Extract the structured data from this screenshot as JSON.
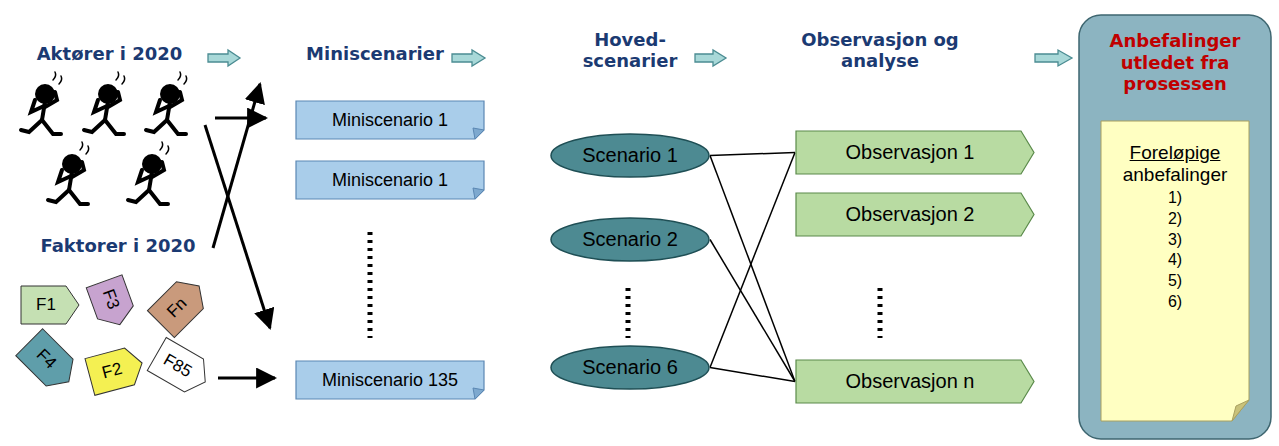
{
  "diagram": {
    "nodes": [
      {
        "text": [
          "F1"
        ]
      },
      {
        "text": [
          "F3"
        ]
      },
      {
        "text": [
          "Fn"
        ]
      },
      {
        "text": [
          "F4"
        ]
      },
      {
        "text": [
          "F2"
        ]
      },
      {
        "text": [
          "F85"
        ]
      },
      {
        "text": [
          "Miniscenario 1"
        ]
      },
      {
        "text": [
          "Miniscenario 1"
        ]
      },
      {
        "text": [
          "Miniscenario 135"
        ]
      },
      {
        "text": [
          "Scenario 1"
        ]
      },
      {
        "text": [
          "Scenario 2"
        ]
      },
      {
        "text": [
          "Scenario 6"
        ]
      },
      {
        "text": [
          "Observasjon 1"
        ]
      },
      {
        "text": [
          "Observasjon 2"
        ]
      },
      {
        "text": [
          "Observasjon n"
        ]
      },
      {
        "text": [
          "Anbefalinger utledet fra prosessen"
        ]
      },
      {
        "text": [
          "Foreløpige",
          "anbefalinger",
          "1)",
          "2)",
          "3)",
          "4)",
          "5)",
          "6)"
        ],
        "in": 15
      }
    ],
    "edges": [
      {
        "from": 9,
        "to": 12,
        "arrow": "none"
      },
      {
        "from": 9,
        "to": 14,
        "arrow": "none"
      },
      {
        "from": 10,
        "to": 14,
        "arrow": "none"
      },
      {
        "from": 11,
        "to": 12,
        "arrow": "none"
      },
      {
        "from": 11,
        "to": 14,
        "arrow": "none"
      }
    ],
    "labels": [
      "Aktører i 2020",
      "Faktorer i 2020",
      "Miniscenarier",
      "Hoved- scenarier",
      "Observasjon og analyse"
    ]
  }
}
